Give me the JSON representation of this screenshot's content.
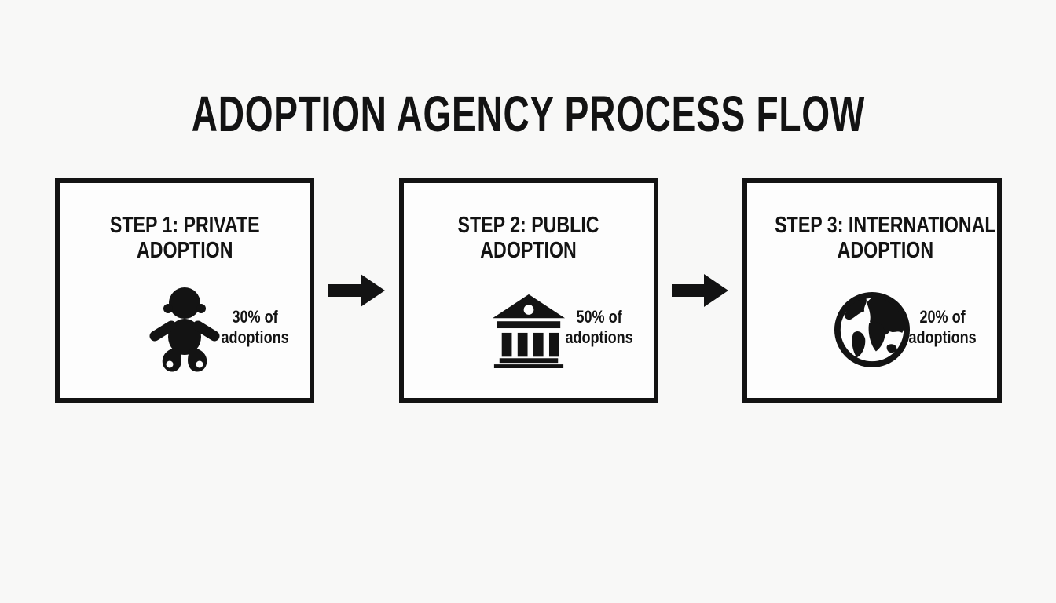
{
  "page": {
    "title": "ADOPTION AGENCY PROCESS FLOW"
  },
  "colors": {
    "ink": "#131313",
    "page_background": "#f8f8f7",
    "box_background": "#fdfdfd"
  },
  "steps": [
    {
      "id": "private",
      "heading_line1": "STEP 1: PRIVATE",
      "heading_line2": "ADOPTION",
      "icon": "baby-icon",
      "stat_line1": "30% of",
      "stat_line2": "adoptions"
    },
    {
      "id": "public",
      "heading_line1": "STEP 2: PUBLIC",
      "heading_line2": "ADOPTION",
      "icon": "government-building-icon",
      "stat_line1": "50% of",
      "stat_line2": "adoptions"
    },
    {
      "id": "international",
      "heading_line1": "STEP 3: INTERNATIONAL",
      "heading_line2": "ADOPTION",
      "icon": "globe-icon",
      "stat_line1": "20% of",
      "stat_line2": "adoptions"
    }
  ],
  "connectors": [
    {
      "id": "arrow-1",
      "type": "right-arrow"
    },
    {
      "id": "arrow-2",
      "type": "right-arrow"
    }
  ]
}
